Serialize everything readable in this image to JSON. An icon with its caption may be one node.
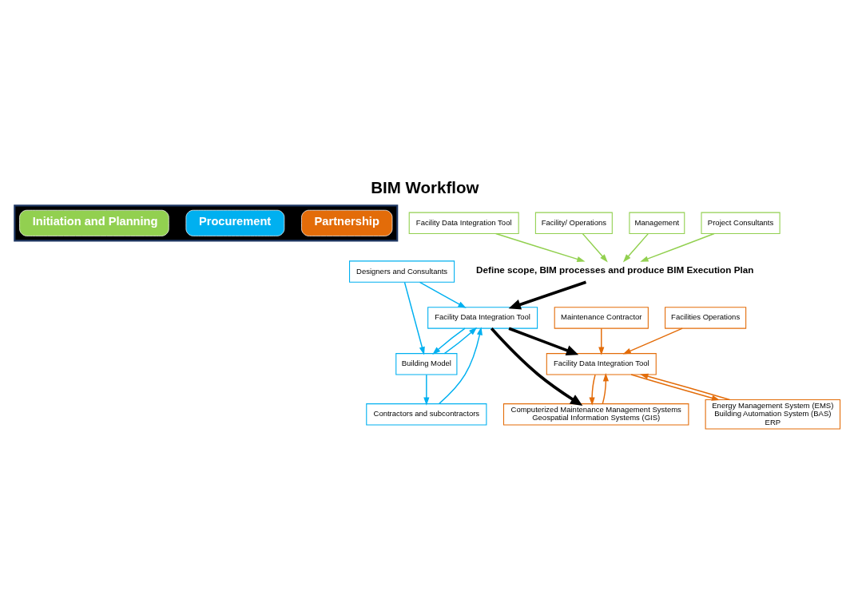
{
  "diagram": {
    "title": "BIM Workflow",
    "nodes": [
      {
        "text": [],
        "shape": "arrow"
      },
      {
        "text": [
          "Initiation and Planning"
        ],
        "in": 0
      },
      {
        "text": [
          "Procurement"
        ],
        "in": 0
      },
      {
        "text": [
          "Partnership"
        ],
        "in": 0
      },
      {
        "text": [
          "Facility Data Integration Tool"
        ]
      },
      {
        "text": [
          "Facility/ Operations"
        ]
      },
      {
        "text": [
          "Define scope, BIM processes and produce BIM Execution Plan"
        ]
      },
      {
        "text": [
          "Management"
        ]
      },
      {
        "text": [
          "Project Consultants"
        ]
      },
      {
        "text": [
          "Facility Data Integration Tool"
        ]
      },
      {
        "text": [
          "Designers and Consultants"
        ]
      },
      {
        "text": [
          "Contractors and subcontractors"
        ]
      },
      {
        "text": [
          "Building Model"
        ]
      },
      {
        "text": [
          "Energy Management System (EMS)",
          "Building Automation System (BAS)",
          "ERP"
        ]
      },
      {
        "text": [
          "Maintenance Contractor"
        ]
      },
      {
        "text": [
          "Facility Data Integration Tool"
        ]
      },
      {
        "text": [
          "Facilities Operations"
        ]
      },
      {
        "text": [
          "Computerized Maintenance Management Systems",
          "Geospatial Information Systems (GIS)"
        ]
      }
    ],
    "edges": [
      {
        "from": 4,
        "to": 6,
        "arrow": "to",
        "color": "#92d050"
      },
      {
        "from": 5,
        "to": 6,
        "arrow": "to",
        "color": "#92d050"
      },
      {
        "from": 7,
        "to": 6,
        "arrow": "to",
        "color": "#92d050"
      },
      {
        "from": 8,
        "to": 6,
        "arrow": "to",
        "color": "#92d050"
      },
      {
        "from": 6,
        "to": 9,
        "arrow": "to",
        "style": "thick",
        "color": "#000000"
      },
      {
        "from": 10,
        "to": 9,
        "arrow": "to",
        "color": "#00b0f0"
      },
      {
        "from": 12,
        "to": 9,
        "arrow": "to",
        "color": "#00b0f0"
      },
      {
        "from": 9,
        "to": 12,
        "arrow": "to",
        "color": "#00b0f0"
      },
      {
        "from": 11,
        "to": 9,
        "arrow": "to",
        "color": "#00b0f0"
      },
      {
        "from": 10,
        "to": 12,
        "arrow": "to",
        "color": "#00b0f0"
      },
      {
        "from": 12,
        "to": 11,
        "arrow": "to",
        "color": "#00b0f0"
      },
      {
        "from": 9,
        "to": 15,
        "arrow": "to",
        "style": "thick",
        "color": "#000000"
      },
      {
        "from": 9,
        "to": 17,
        "arrow": "to",
        "style": "thick",
        "color": "#000000"
      },
      {
        "from": 15,
        "to": 13,
        "arrow": "to",
        "color": "#e36c09"
      },
      {
        "from": 13,
        "to": 15,
        "arrow": "to",
        "color": "#e36c09"
      },
      {
        "from": 14,
        "to": 15,
        "arrow": "to",
        "color": "#e36c09"
      },
      {
        "from": 16,
        "to": 15,
        "arrow": "to",
        "color": "#e36c09"
      },
      {
        "from": 15,
        "to": 17,
        "arrow": "to",
        "color": "#e36c09"
      },
      {
        "from": 17,
        "to": 15,
        "arrow": "to",
        "color": "#e36c09"
      }
    ]
  }
}
